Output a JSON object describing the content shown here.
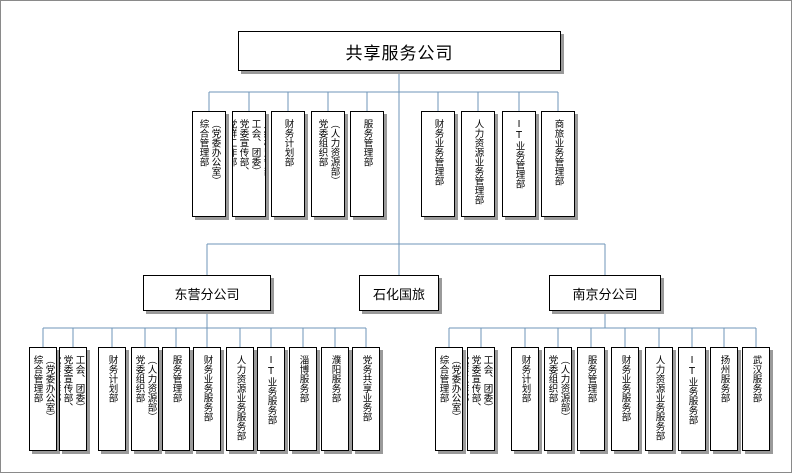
{
  "diagram": {
    "root": {
      "label": "共享服务公司"
    },
    "top_left_units": [
      {
        "lines": [
          "（党委办公室）",
          "综合管理部"
        ]
      },
      {
        "lines": [
          "（纪检监督部、",
          "工会、团委）",
          "党委宣传部、",
          "党群工作部"
        ]
      },
      {
        "lines": [
          "财务计划部"
        ]
      },
      {
        "lines": [
          "（人力资源部）",
          "党委组织部"
        ]
      },
      {
        "lines": [
          "服务管理部"
        ]
      }
    ],
    "top_right_units": [
      {
        "lines": [
          "财务业务管理部"
        ]
      },
      {
        "lines": [
          "人力资源业务管理部"
        ]
      },
      {
        "lines": [
          "IT业务管理部"
        ]
      },
      {
        "lines": [
          "商旅业务管理部"
        ]
      }
    ],
    "branches": [
      {
        "label": "东营分公司"
      },
      {
        "label": "石化国旅"
      },
      {
        "label": "南京分公司"
      }
    ],
    "dongying_units": [
      {
        "lines": [
          "（党委办公室）",
          "综合管理部"
        ]
      },
      {
        "lines": [
          "（纪检监督部、",
          "工会、团委）",
          "党委宣传部、",
          "党群工作部"
        ]
      },
      {
        "lines": [
          "财务计划部"
        ]
      },
      {
        "lines": [
          "（人力资源部）",
          "党委组织部"
        ]
      },
      {
        "lines": [
          "服务管理部"
        ]
      },
      {
        "lines": [
          "财务业务服务部"
        ]
      },
      {
        "lines": [
          "人力资源业务服务部"
        ]
      },
      {
        "lines": [
          "IT业务服务部"
        ]
      },
      {
        "lines": [
          "淄博服务部"
        ]
      },
      {
        "lines": [
          "濮阳服务部"
        ]
      },
      {
        "lines": [
          "党务共享业务部"
        ]
      }
    ],
    "nanjing_units": [
      {
        "lines": [
          "（党委办公室）",
          "综合管理部"
        ]
      },
      {
        "lines": [
          "（纪检监督部、",
          "工会、团委）",
          "党委宣传部、",
          "党群工作部"
        ]
      },
      {
        "lines": [
          "财务计划部"
        ]
      },
      {
        "lines": [
          "（人力资源部）",
          "党委组织部"
        ]
      },
      {
        "lines": [
          "服务管理部"
        ]
      },
      {
        "lines": [
          "财务业务服务部"
        ]
      },
      {
        "lines": [
          "人力资源业务服务部"
        ]
      },
      {
        "lines": [
          "IT业务服务部"
        ]
      },
      {
        "lines": [
          "扬州服务部"
        ]
      },
      {
        "lines": [
          "武汉服务部"
        ]
      }
    ],
    "colors": {
      "line": "#6f95b8",
      "border": "#000000",
      "shadow": "#9a9a9a"
    }
  }
}
